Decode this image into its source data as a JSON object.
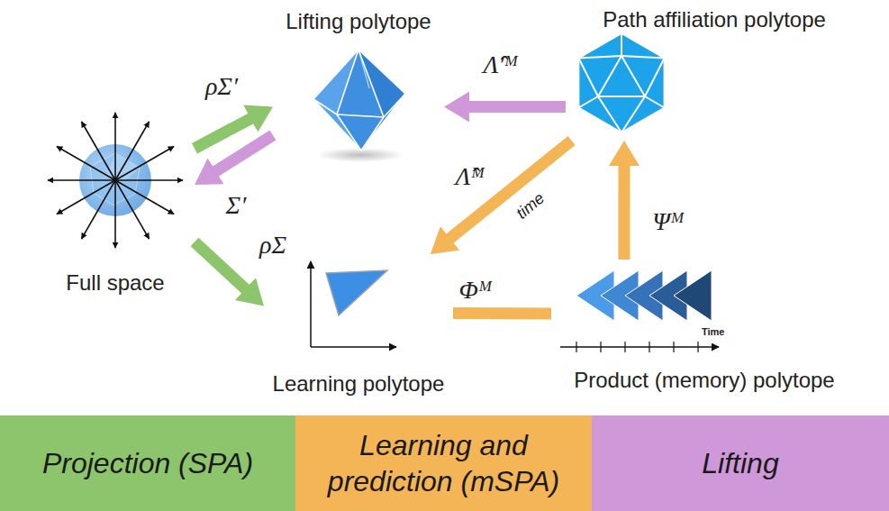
{
  "diagram": {
    "nodes": [
      {
        "text": [
          "Full space"
        ]
      },
      {
        "text": [
          "Lifting polytope"
        ]
      },
      {
        "text": [
          "Path affiliation polytope"
        ]
      },
      {
        "text": [
          "Learning polytope"
        ]
      },
      {
        "text": [
          "Product (memory) polytope"
        ]
      }
    ],
    "edges": [
      {
        "from": 0,
        "to": 1,
        "label": "ρΣ′",
        "arrow": "to"
      },
      {
        "from": 1,
        "to": 0,
        "label": "Σ′",
        "arrow": "to"
      },
      {
        "from": 0,
        "to": 3,
        "label": "ρΣ",
        "arrow": "to"
      },
      {
        "from": 2,
        "to": 1,
        "label": "Λ̂′ᴹ",
        "arrow": "to"
      },
      {
        "from": 2,
        "to": 3,
        "label": "Λ̂ᴹ",
        "arrow": "to"
      },
      {
        "from": 4,
        "to": 2,
        "label": "Ψᴹ",
        "arrow": "to"
      },
      {
        "from": 4,
        "to": 3,
        "label": "Φᴹ",
        "arrow": "none"
      }
    ],
    "labels": [
      "time",
      "Time"
    ],
    "legend": [
      {
        "text": "Projection (SPA)",
        "color": "#8dc56c"
      },
      {
        "text": "Learning and prediction (mSPA)",
        "color": "#f4b557"
      },
      {
        "text": "Lifting",
        "color": "#cf98d8"
      }
    ]
  }
}
